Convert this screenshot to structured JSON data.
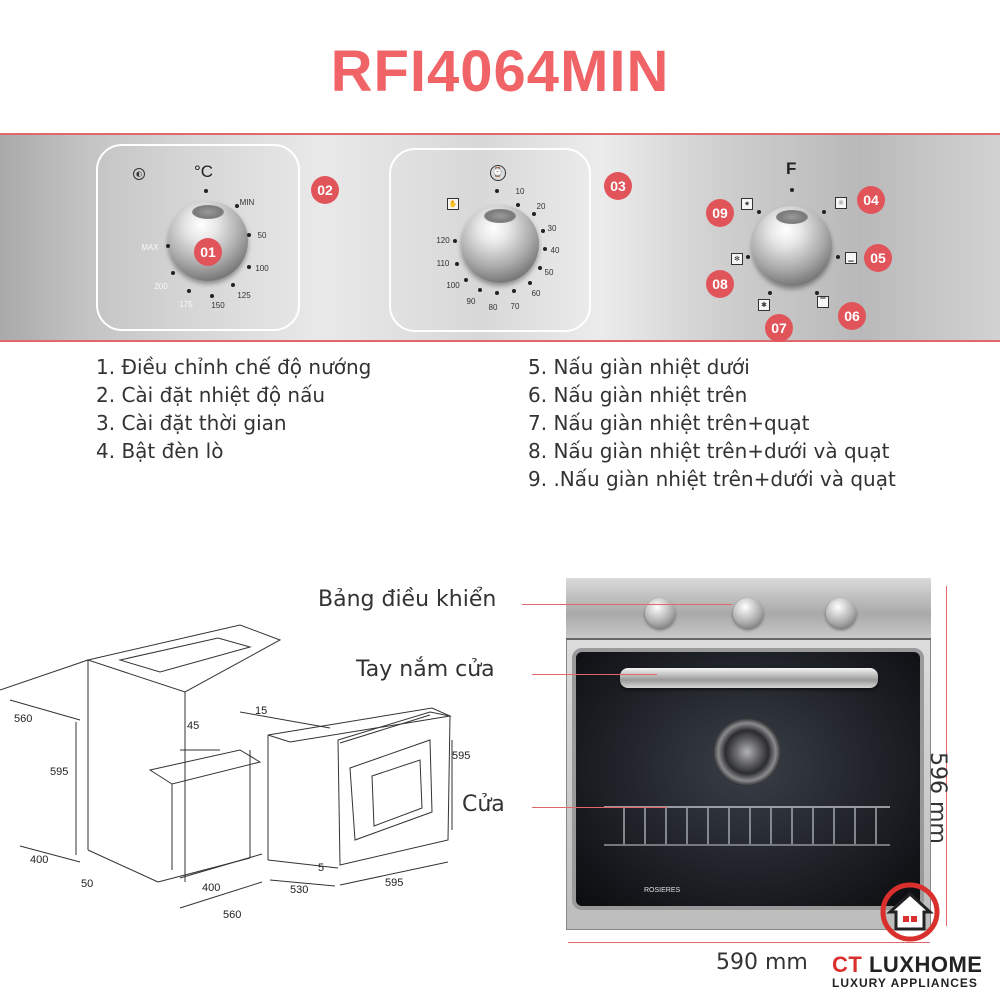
{
  "title": "RFI4064MIN",
  "colors": {
    "accent": "#e1555a",
    "title": "#f06468",
    "logo_red": "#d9302e"
  },
  "panel": {
    "knob1": {
      "badge": "01",
      "unit_label": "°C",
      "icon": "light-icon",
      "scale": [
        "MIN",
        "50",
        "100",
        "125",
        "150",
        "175",
        "200",
        "MAX"
      ]
    },
    "knob2": {
      "badge": "03",
      "icon": "clock-icon",
      "scale": [
        "10",
        "20",
        "30",
        "40",
        "50",
        "60",
        "70",
        "80",
        "90",
        "100",
        "110",
        "120"
      ]
    },
    "knob3": {
      "label": "F",
      "badges": [
        "04",
        "05",
        "06",
        "07",
        "08",
        "09"
      ]
    },
    "frame_badge": "02"
  },
  "legend": {
    "left": [
      "1. Điều chỉnh chế độ nướng",
      "2. Cài đặt nhiệt độ nấu",
      "3. Cài đặt thời gian",
      "4. Bật đèn lò"
    ],
    "right": [
      "5.  Nấu giàn nhiệt dưới",
      "6.  Nấu giàn nhiệt trên",
      "7.  Nấu giàn nhiệt trên+quạt",
      "8.  Nấu giàn nhiệt trên+dưới và quạt",
      "9. .Nấu giàn nhiệt trên+dưới và quạt"
    ]
  },
  "install_dims": {
    "d560_top": "560",
    "d595_left": "595",
    "d400_left": "400",
    "d50": "50",
    "d400_bottom": "400",
    "d560_bottom": "560",
    "d45": "45",
    "d15": "15",
    "d595_right": "595",
    "d5": "5",
    "d530": "530",
    "d595_bottom": "595"
  },
  "oven_labels": {
    "control_panel": "Bảng điều khiển",
    "handle": "Tay nắm cửa",
    "door": "Cửa",
    "brand": "ROSIERES"
  },
  "dimensions": {
    "width": "590 mm",
    "height": "596 mm"
  },
  "logo": {
    "part1": "CT",
    "part2": "LUXHOME",
    "sub": "LUXURY APPLIANCES"
  }
}
